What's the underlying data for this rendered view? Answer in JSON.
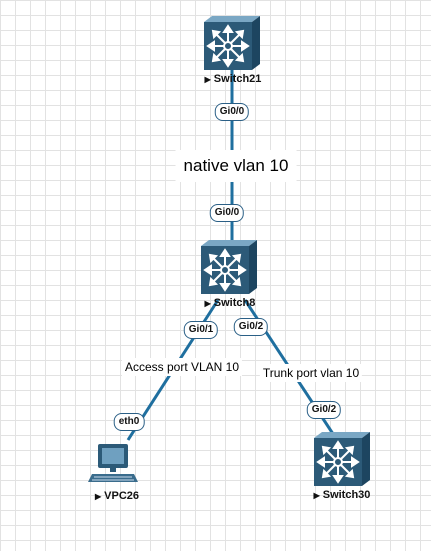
{
  "nodes": {
    "switch21": {
      "name": "Switch21",
      "icon": "layer3-switch-icon"
    },
    "switch8": {
      "name": "Switch8",
      "icon": "layer3-switch-icon"
    },
    "switch30": {
      "name": "Switch30",
      "icon": "layer3-switch-icon"
    },
    "vpc26": {
      "name": "VPC26",
      "icon": "vpc-computer-icon"
    }
  },
  "ports": {
    "switch21_gi00": "Gi0/0",
    "switch8_gi00": "Gi0/0",
    "switch8_gi01": "Gi0/1",
    "switch8_gi02": "Gi0/2",
    "switch30_gi02": "Gi0/2",
    "vpc26_eth0": "eth0"
  },
  "annotations": {
    "native_vlan": "native vlan 10",
    "access_port": "Access port VLAN 10",
    "trunk_port": "Trunk port vlan 10"
  },
  "colors": {
    "link": "#1f6f9f",
    "switch_face": "#2c5a78",
    "grid": "#e2e2e2"
  }
}
